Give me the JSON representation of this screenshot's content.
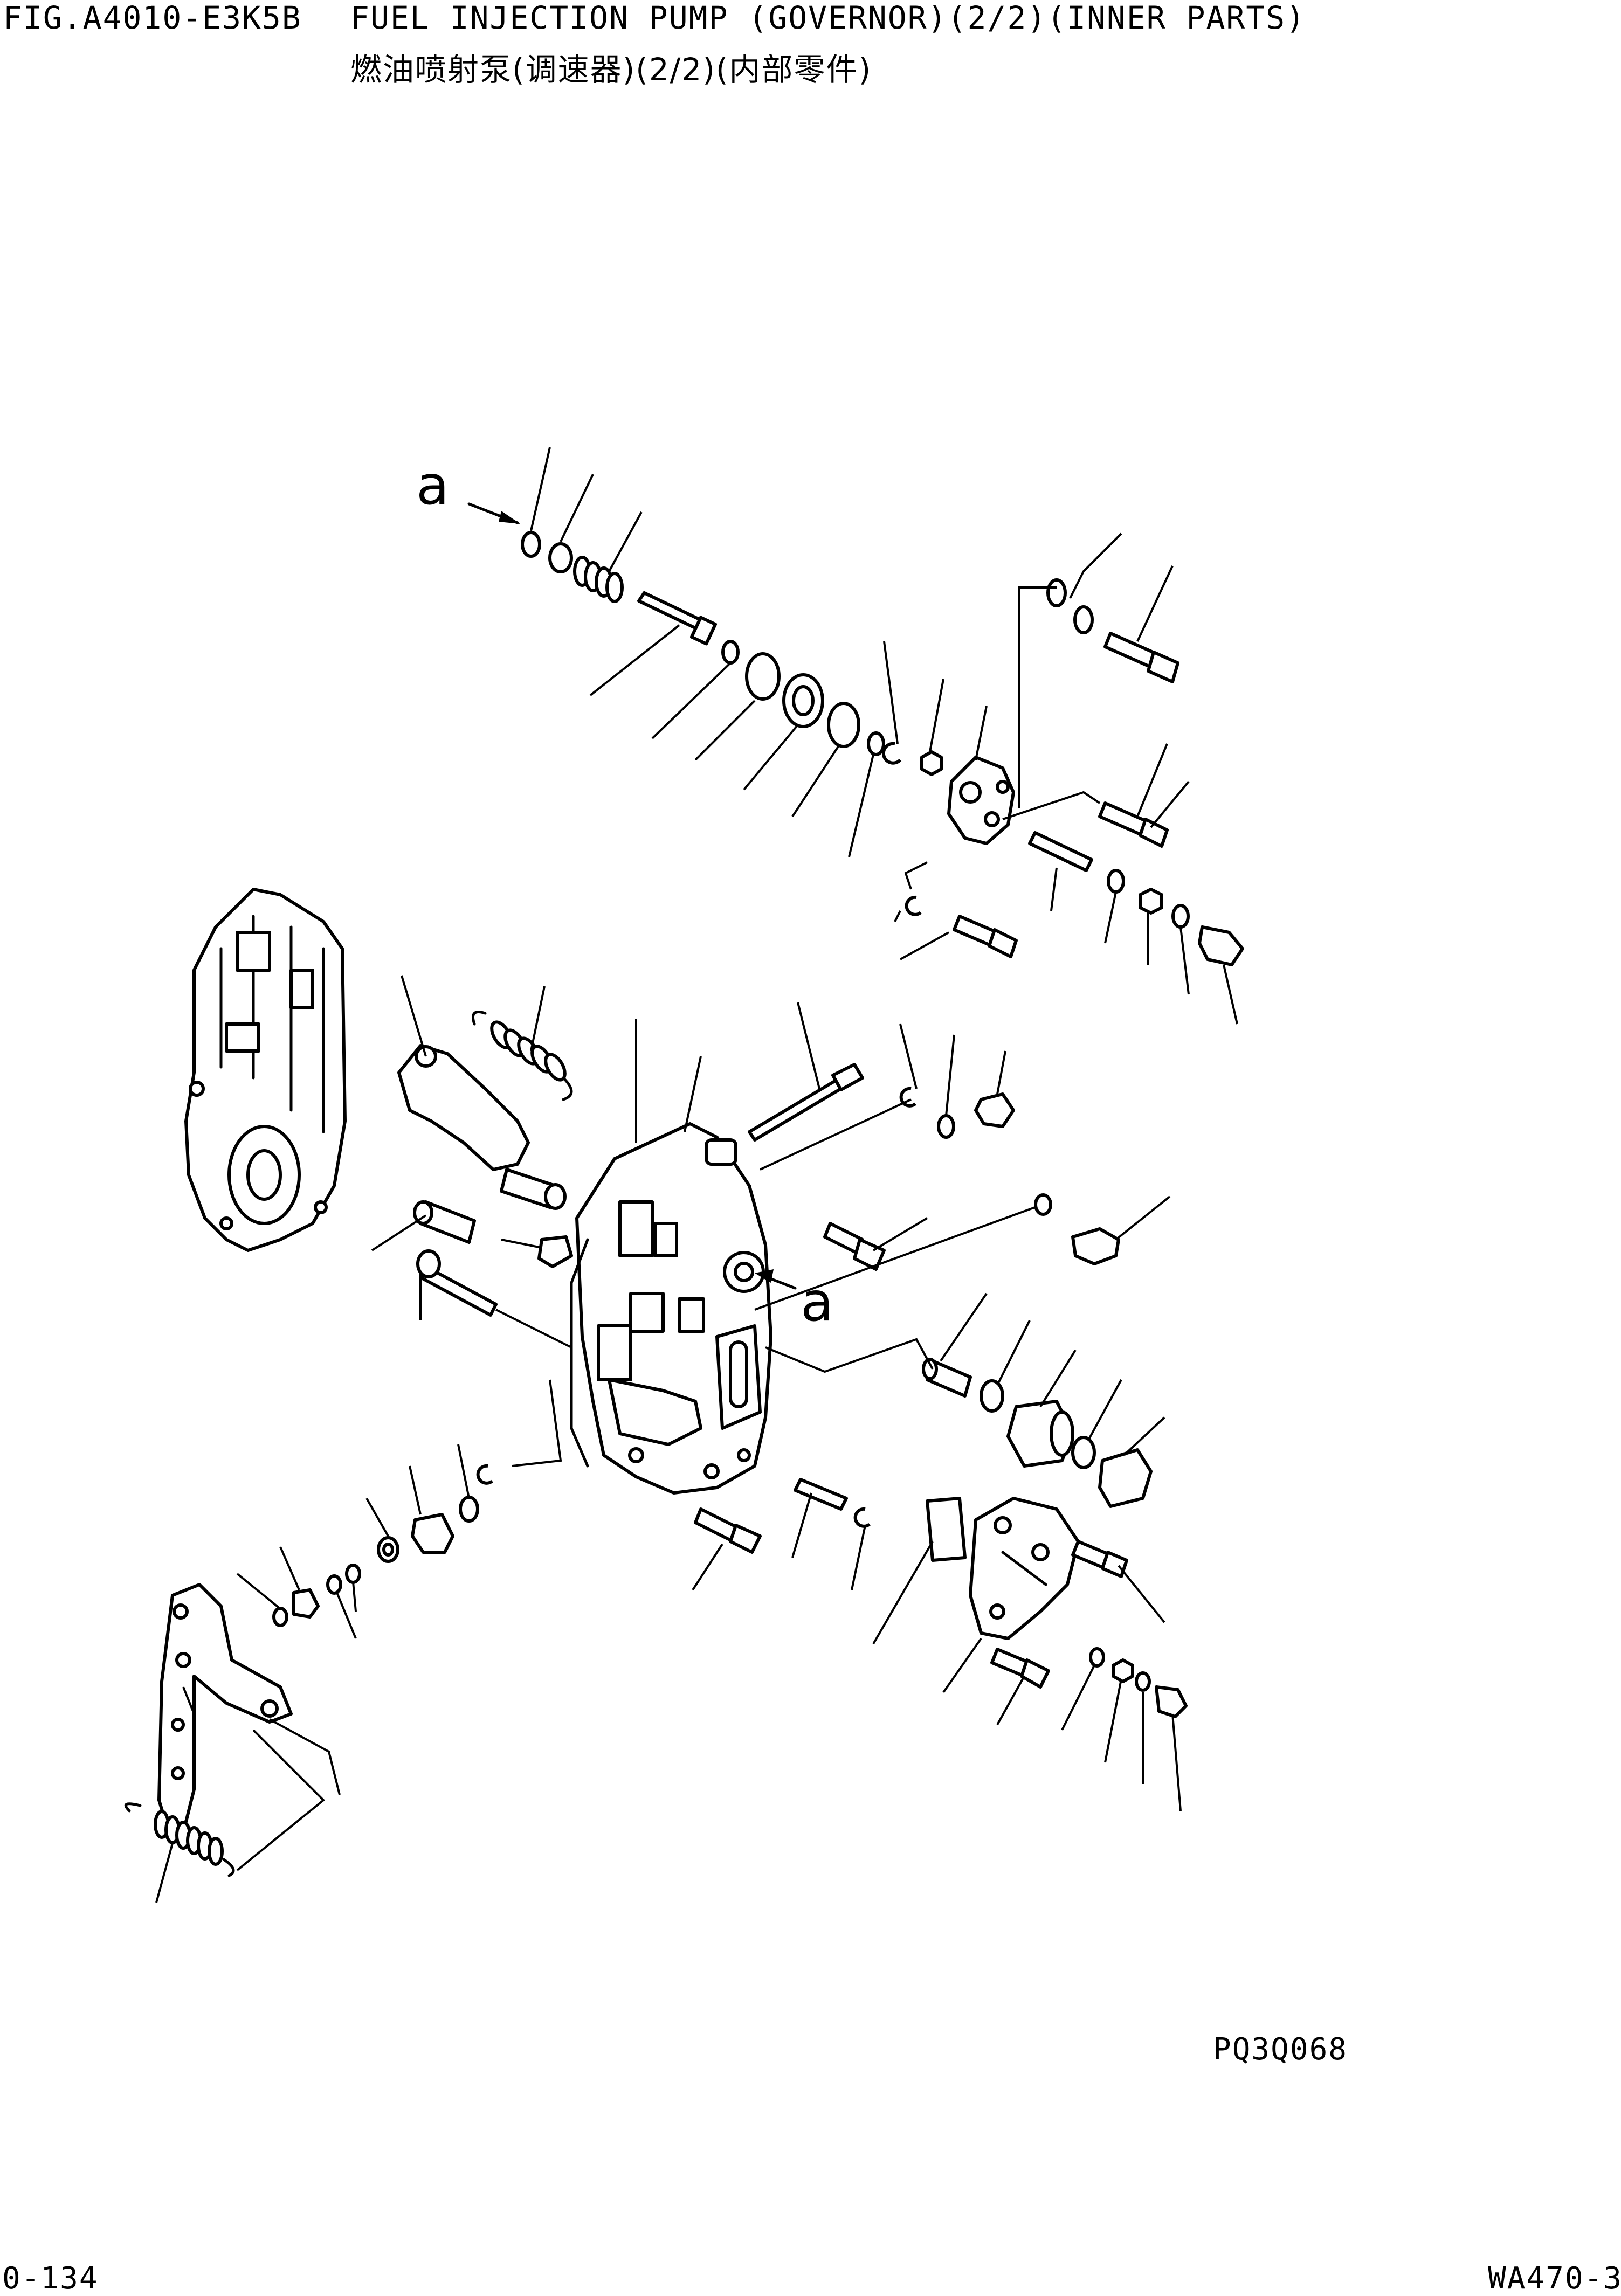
{
  "header": {
    "figure_code": "FIG.A4010-E3K5B",
    "title_en": "FUEL INJECTION PUMP (GOVERNOR)(2/2)(INNER PARTS)",
    "title_zh": "燃油喷射泵(调速器)(2/2)(内部零件)"
  },
  "diagram": {
    "reference_code": "PQ3Q068",
    "view_marker_top": "a",
    "view_marker_center": "a"
  },
  "footer": {
    "page_number": "0-134",
    "model": "WA470-3"
  }
}
